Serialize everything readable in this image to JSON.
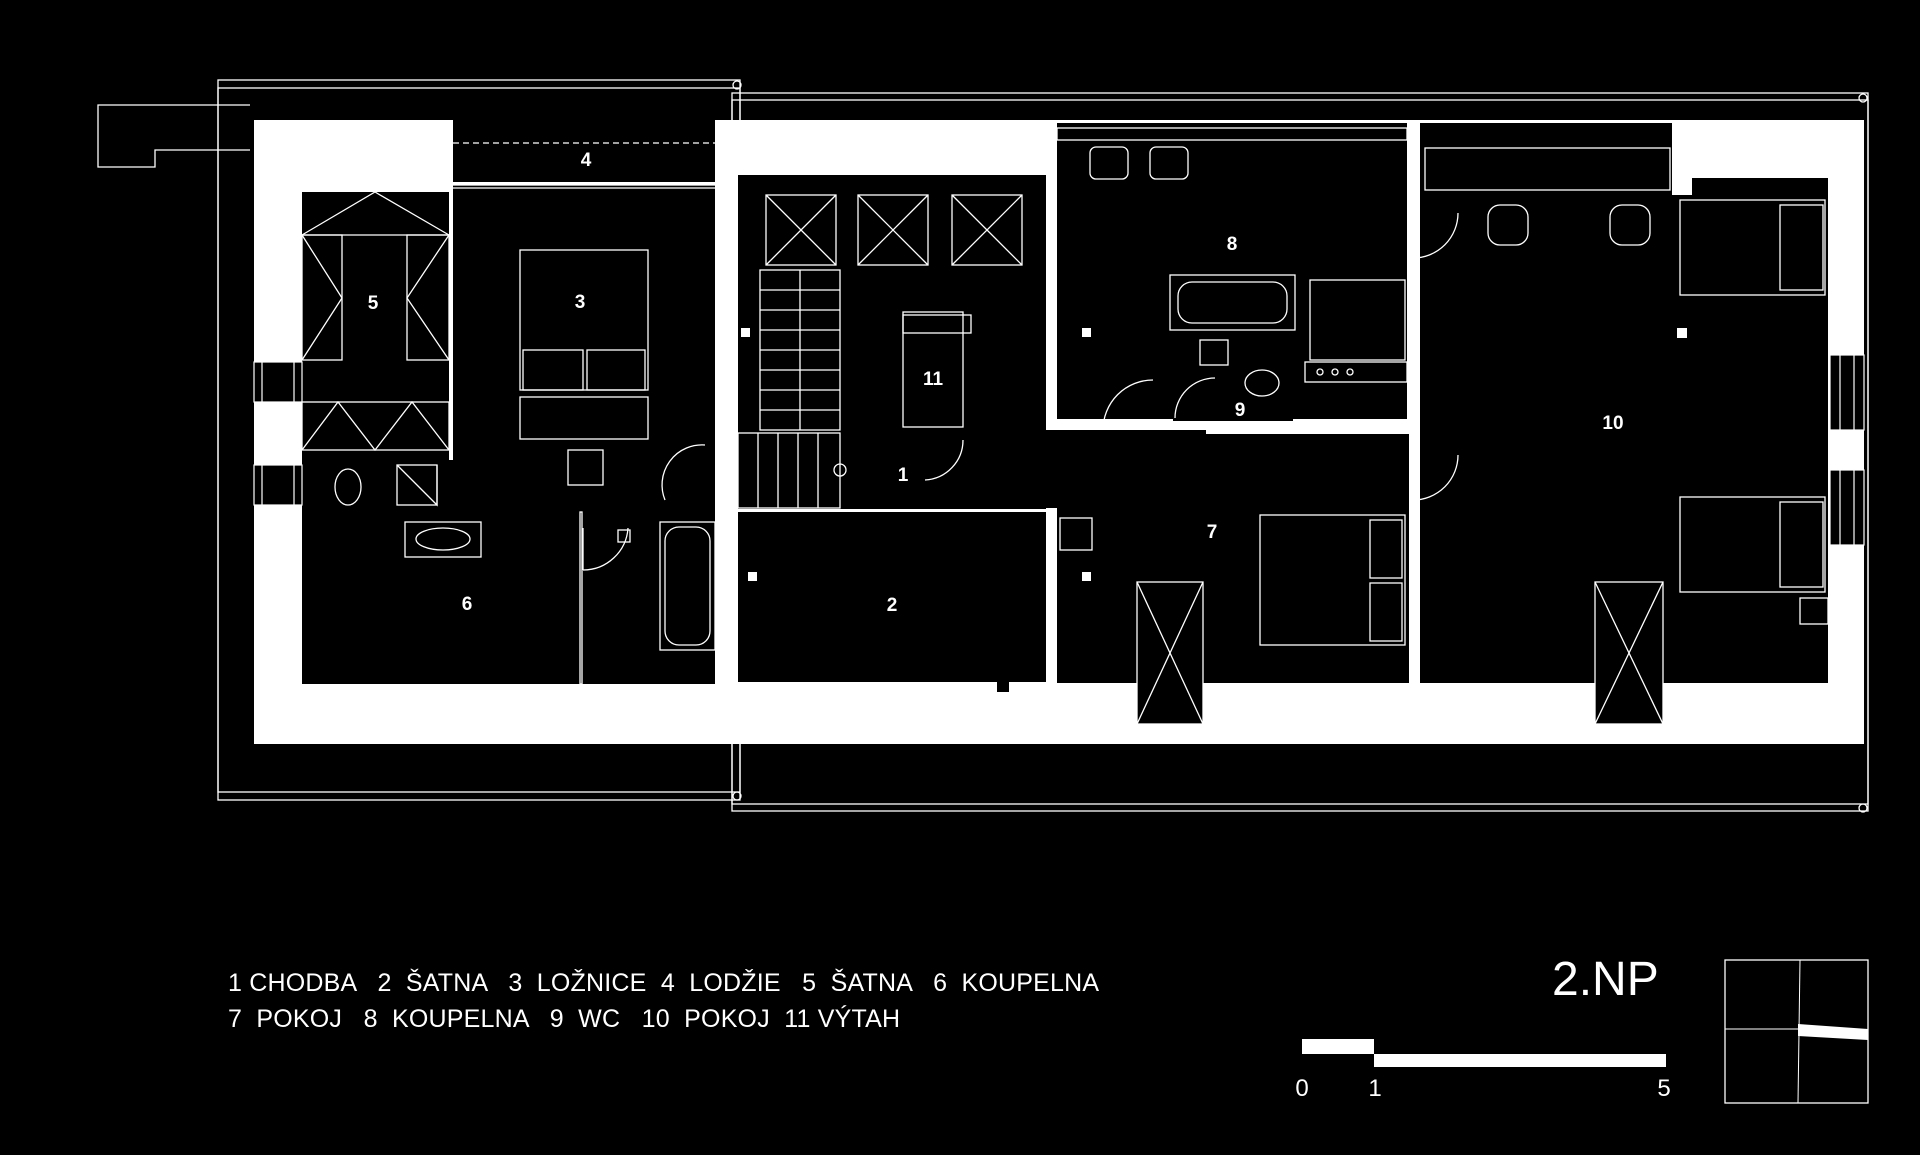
{
  "rooms": [
    {
      "number": "1",
      "name": "CHODBA"
    },
    {
      "number": "2",
      "name": "ŠATNA"
    },
    {
      "number": "3",
      "name": "LOŽNICE"
    },
    {
      "number": "4",
      "name": "LODŽIE"
    },
    {
      "number": "5",
      "name": "ŠATNA"
    },
    {
      "number": "6",
      "name": "KOUPELNA"
    },
    {
      "number": "7",
      "name": "POKOJ"
    },
    {
      "number": "8",
      "name": "KOUPELNA"
    },
    {
      "number": "9",
      "name": "WC"
    },
    {
      "number": "10",
      "name": "POKOJ"
    },
    {
      "number": "11",
      "name": "VÝTAH"
    }
  ],
  "legend": {
    "line1": "1 CHODBA   2  ŠATNA   3  LOŽNICE  4  LODŽIE   5  ŠATNA   6  KOUPELNA",
    "line2": "7  POKOJ   8  KOUPELNA   9  WC   10  POKOJ  11 VÝTAH"
  },
  "floor_title": "2.NP",
  "scale": {
    "labels": [
      "0",
      "1",
      "5"
    ],
    "unit_hint": ""
  },
  "colors": {
    "background": "#000000",
    "walls": "#ffffff",
    "lines": "#ffffff"
  }
}
